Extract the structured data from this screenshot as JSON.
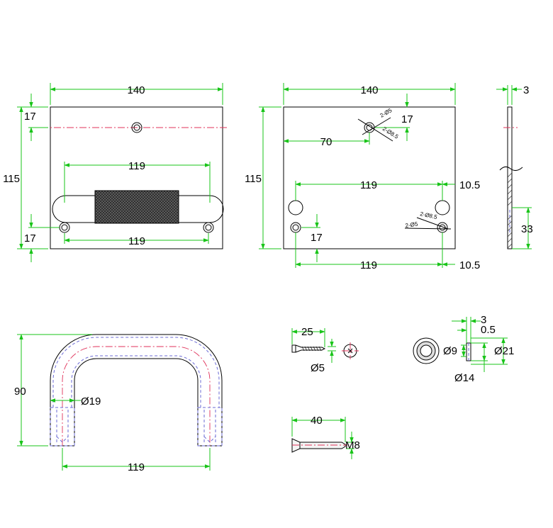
{
  "front_view": {
    "width": "140",
    "height": "115",
    "top_hole_offset": "17",
    "bottom_hole_offset": "17",
    "grip_span": "119",
    "hole_span": "119"
  },
  "rear_view": {
    "width": "140",
    "height": "115",
    "center_offset": "70",
    "top_offset": "17",
    "hole_span_top": "119",
    "hole_span_bottom": "119",
    "edge_offset_top": "10.5",
    "edge_offset_bottom": "10.5",
    "bottom_offset": "17",
    "callout_d5_top": "2-Ø5",
    "callout_d85_top": "2-Ø8.5",
    "callout_d85_bottom": "2-Ø8.5",
    "callout_d5_bottom": "2-Ø5"
  },
  "side_view": {
    "thickness": "3",
    "bottom_height": "33"
  },
  "handle_view": {
    "height": "90",
    "tube_diameter": "Ø19",
    "span": "119"
  },
  "screw": {
    "length": "25",
    "diameter": "Ø5"
  },
  "washer": {
    "thickness": "3",
    "offset": "0.5",
    "inner_diameter": "Ø9",
    "outer_diameter": "Ø21",
    "mid_diameter": "Ø14"
  },
  "bolt": {
    "length": "40",
    "thread": "M8"
  }
}
